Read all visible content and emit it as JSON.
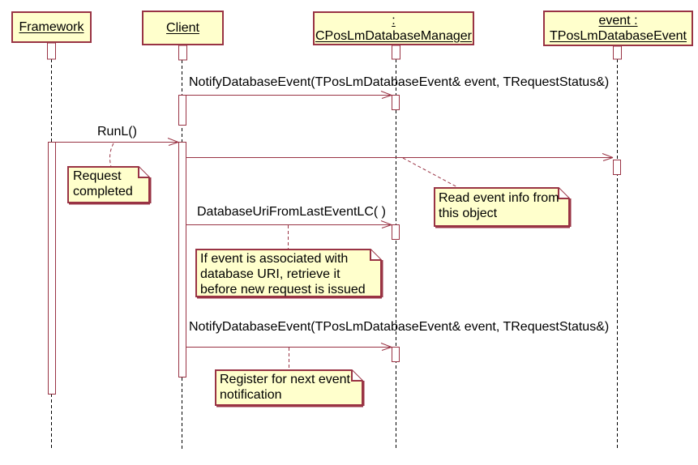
{
  "diagram_type": "uml-sequence-diagram",
  "colors": {
    "background": "#FFFFFF",
    "box_fill": "#FFFFCC",
    "note_fill": "#FFFFCC",
    "line_color": "#993344",
    "lifeline_dash_color": "#000000",
    "text_color": "#000000"
  },
  "lifelines": [
    {
      "id": "framework",
      "lines": [
        "Framework"
      ]
    },
    {
      "id": "client",
      "lines": [
        "Client"
      ]
    },
    {
      "id": "database-manager",
      "lines": [
        ":",
        "CPosLmDatabaseManager"
      ]
    },
    {
      "id": "event",
      "lines": [
        "event :",
        "TPosLmDatabaseEvent"
      ]
    }
  ],
  "messages": [
    {
      "id": "notify-database-event-1",
      "from": "Client",
      "to": ": CPosLmDatabaseManager",
      "label": "NotifyDatabaseEvent(TPosLmDatabaseEvent& event, TRequestStatus&)"
    },
    {
      "id": "runl",
      "from": "Framework",
      "to": "Client",
      "label": "RunL()"
    },
    {
      "id": "read-event-info",
      "from": "Client",
      "to": "event : TPosLmDatabaseEvent",
      "label": ""
    },
    {
      "id": "database-uri-from-last-event",
      "from": "Client",
      "to": ": CPosLmDatabaseManager",
      "label": "DatabaseUriFromLastEventLC( )"
    },
    {
      "id": "notify-database-event-2",
      "from": "Client",
      "to": ": CPosLmDatabaseManager",
      "label": "NotifyDatabaseEvent(TPosLmDatabaseEvent& event, TRequestStatus&)"
    }
  ],
  "notes": [
    {
      "id": "request-completed",
      "text": "Request\ncompleted"
    },
    {
      "id": "read-event-info",
      "text": "Read event info from\nthis object"
    },
    {
      "id": "event-uri",
      "text": "If event is associated with\ndatabase URI, retrieve it\nbefore new request is issued"
    },
    {
      "id": "register-next",
      "text": "Register for next event\nnotification"
    }
  ]
}
